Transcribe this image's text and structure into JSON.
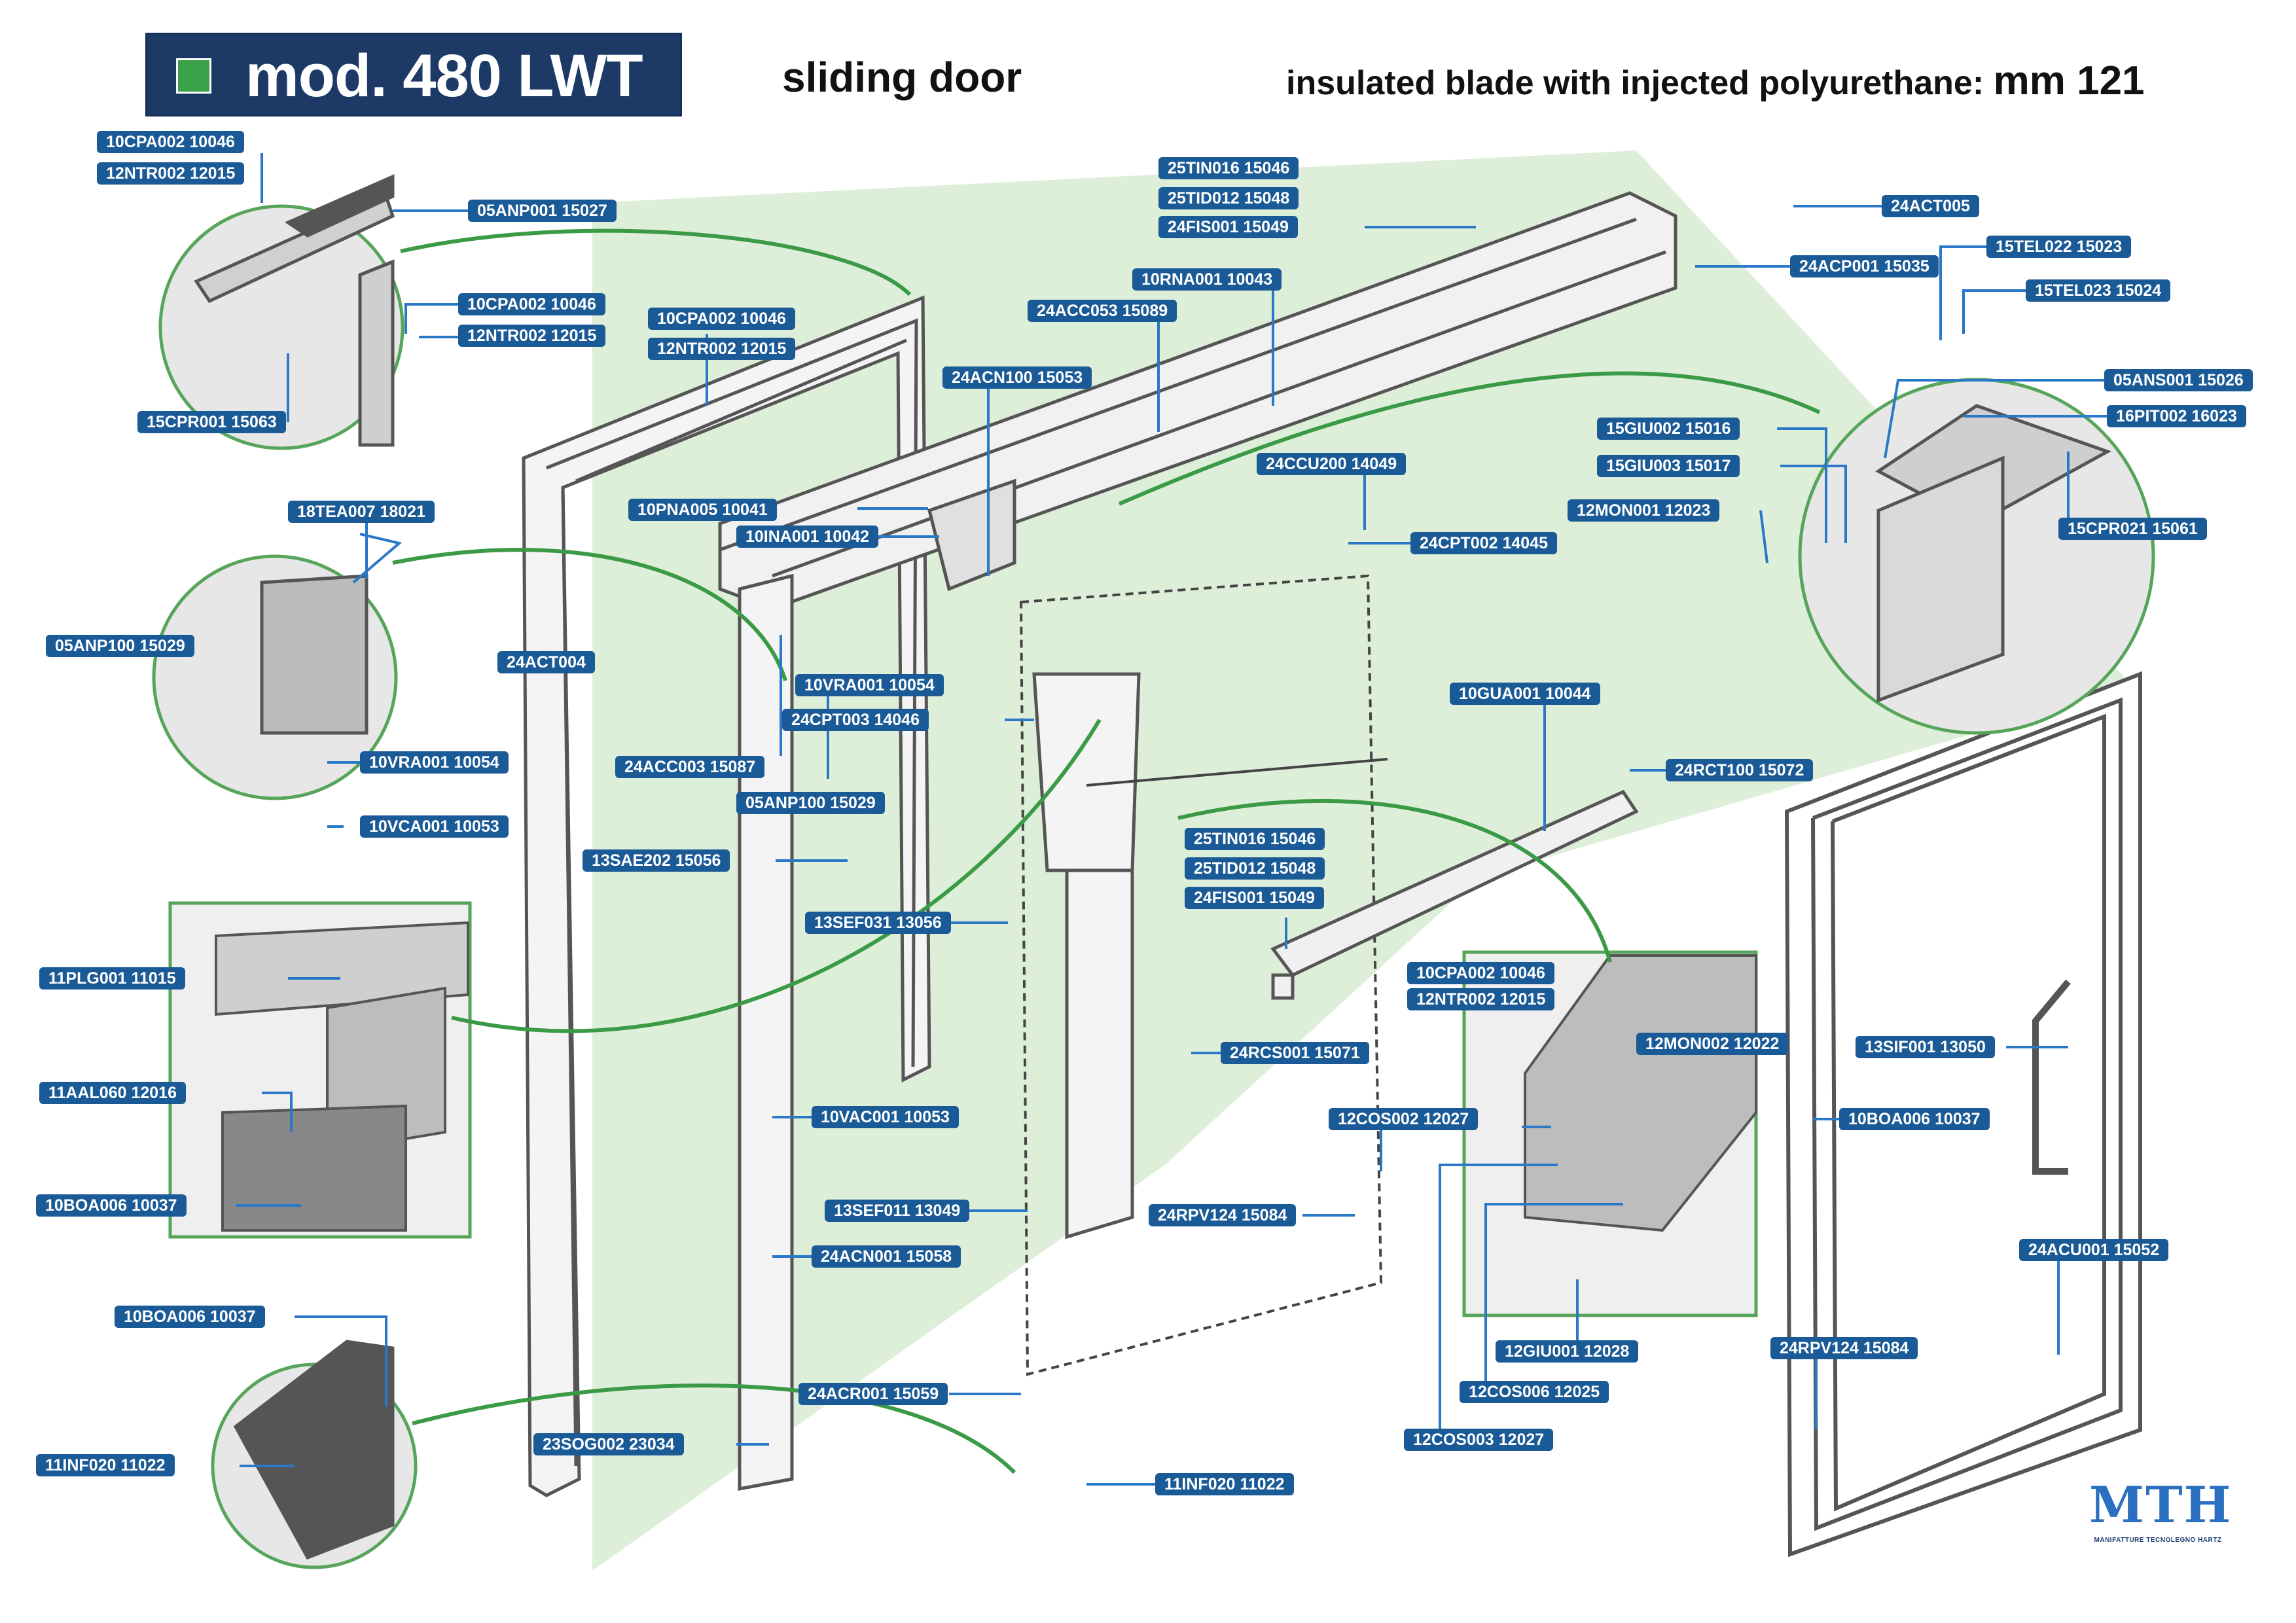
{
  "header": {
    "model": "mod. 480 LWT",
    "subtitle": "sliding door",
    "spec_text": "insulated blade with injected polyurethane:",
    "spec_value": "mm 121"
  },
  "colors": {
    "callout_bg": "#1a5a96",
    "header_bg": "#1d3a66",
    "accent_green": "#3aa34a",
    "leader_line": "#2a78c8",
    "detail_circle": "#56a55a",
    "highlight_green": "#d8ecd2"
  },
  "callouts": {
    "c01": "10CPA002 10046",
    "c02": "12NTR002 12015",
    "c03": "05ANP001 15027",
    "c04": "10CPA002 10046",
    "c05": "12NTR002 12015",
    "c06": "15CPR001 15063",
    "c07": "10CPA002 10046",
    "c08": "12NTR002 12015",
    "c09": "18TEA007 18021",
    "c10": "05ANP100 15029",
    "c11": "10VRA001 10054",
    "c12": "10VCA001 10053",
    "c13": "11PLG001 11015",
    "c14": "11AAL060 12016",
    "c15": "10BOA006 10037",
    "c16": "10BOA006 10037",
    "c17": "11INF020 11022",
    "c18": "25TIN016 15046",
    "c19": "25TID012 15048",
    "c20": "24FIS001 15049",
    "c21": "24ACT005",
    "c22": "24ACP001 15035",
    "c23": "10RNA001 10043",
    "c24": "24ACC053 15089",
    "c25": "24ACN100 15053",
    "c26": "10PNA005 10041",
    "c27": "10INA001 10042",
    "c28": "24ACT004",
    "c29": "10VRA001 10054",
    "c30": "24CPT003 14046",
    "c31": "24ACC003 15087",
    "c32": "05ANP100 15029",
    "c33": "13SAE202 15056",
    "c34": "13SEF031 13056",
    "c35": "10VAC001 10053",
    "c36": "13SEF011 13049",
    "c37": "24ACN001 15058",
    "c38": "24ACR001 15059",
    "c39": "23SOG002 23034",
    "c40": "11INF020 11022",
    "c41": "24CCU200 14049",
    "c42": "24CPT002 14045",
    "c43": "10GUA001 10044",
    "c44": "24RCT100 15072",
    "c45": "25TIN016 15046",
    "c46": "25TID012 15048",
    "c47": "24FIS001 15049",
    "c48": "24RCS001 15071",
    "c49": "12COS002 12027",
    "c50": "24RPV124 15084",
    "c51": "10CPA002 10046",
    "c52": "12NTR002 12015",
    "c53": "12MON002 12022",
    "c54": "12GIU001 12028",
    "c55": "12COS006 12025",
    "c56": "12COS003 12027",
    "c57": "15TEL022 15023",
    "c58": "15TEL023 15024",
    "c59": "05ANS001 15026",
    "c60": "16PIT002 16023",
    "c61": "15GIU002 15016",
    "c62": "15GIU003 15017",
    "c63": "12MON001 12023",
    "c64": "15CPR021 15061",
    "c65": "13SIF001 13050",
    "c66": "10BOA006 10037",
    "c67": "24ACU001 15052",
    "c68": "24RPV124 15084"
  },
  "logo": {
    "text": "MTH",
    "subtext": "MANIFATTURE TECNOLEGNO HARTZ"
  }
}
